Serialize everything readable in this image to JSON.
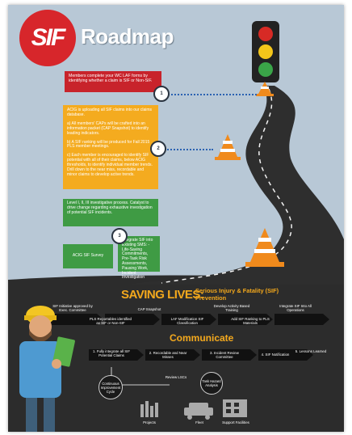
{
  "header": {
    "logo_text": "SIF",
    "title": "Roadmap"
  },
  "steps": {
    "step1_text": "Members complete your WC LAF forms by identifying whether a claim is SIF or Non-SIF.",
    "step1_number": "1",
    "step2_para1": "ACIG is uploading all SIF claims into our claims database.",
    "step2_para2": "a) All members' CAPs will be crafted into an information packet (CAP Snapshot) to identify leading indicators.",
    "step2_para3": "b) A SIF ranking will be produced for Fall 2015 PLS member meetings.",
    "step2_para4": "c) Each member is encouraged to identify SIF potential with all of their claims, below ACIG thresholds, to identify individual member trends. Drill down to the near miss, recordable and minor claims to develop active trends.",
    "step2_number": "2",
    "step3_text": "Level I, II, III investigative process. Catalyst to drive change regarding exhaustive investigation of potential SIF incidents.",
    "step3_number": "3",
    "survey_label": "ACIG SIF Survey",
    "integrate_text": "Integrate SIF into Existing SMS: - Life-Saving Commitments, Pre-Task Risk Assessments, Pausing Work, Incident Investigation"
  },
  "saving": {
    "title": "SAVING LIVES:",
    "subtitle": "Serious Injury & Fatality (SIF) Prevention",
    "items_top": [
      "SIF Initiative approved by Exec. Committee",
      "CAP Snapshot",
      "Develop Activity Based Training",
      "Integrate SIF Into All Operations"
    ],
    "items_bottom": [
      "PLS Reportables identified as SIF or Non-SIF",
      "LAF Modification SIF Classification",
      "Add SIF Ranking to PLS Materials"
    ]
  },
  "communicate": {
    "title": "Communicate",
    "steps": [
      "1. Fully integrate all SIF Potential Claims",
      "2. Recordable and Near Misses",
      "3. Incident Review Committee",
      "4. SIF Notification",
      "5. Lessons Learned"
    ],
    "cycle": [
      "Continuous Improvement Cycle",
      "Review LSCs",
      "Task Hazard Analysis"
    ]
  },
  "footer": {
    "icons": [
      "Projects",
      "Fleet",
      "Support Facilities"
    ]
  },
  "colors": {
    "background": "#b8c8d6",
    "road": "#2b2b2b",
    "red": "#c8232b",
    "orange": "#f4ab1f",
    "green": "#3f9b44",
    "accent_text": "#f3a81c"
  }
}
